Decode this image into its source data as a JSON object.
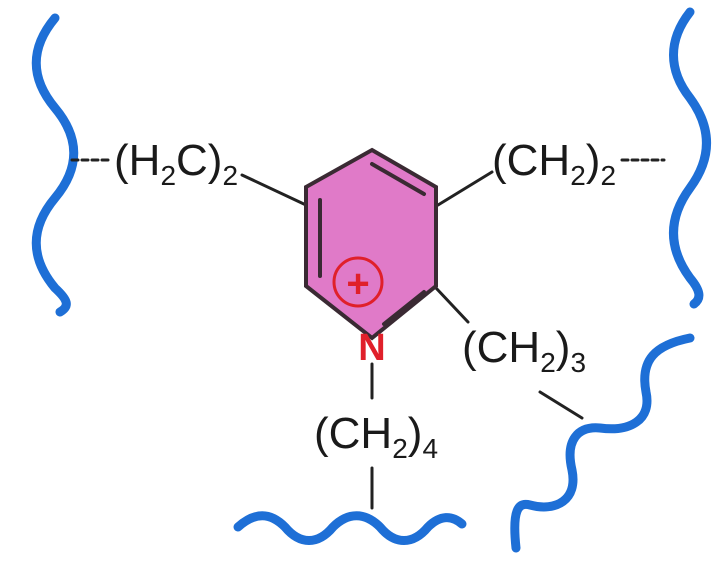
{
  "colors": {
    "backbone": "#1e6fd6",
    "ring_fill": "#e07ac8",
    "charge": "#e0202a",
    "nitrogen": "#e0202a"
  },
  "labels": {
    "left_chain": {
      "main": "(H",
      "sub1": "2",
      "mid": "C)",
      "sub2": "2"
    },
    "right_chain": {
      "main": "(CH",
      "sub1": "2",
      "mid": ")",
      "sub2": "2"
    },
    "side_chain_3": {
      "main": "(CH",
      "sub1": "2",
      "mid": ")",
      "sub2": "3"
    },
    "side_chain_4": {
      "main": "(CH",
      "sub1": "2",
      "mid": ")",
      "sub2": "4"
    },
    "nitrogen": "N",
    "charge": "+"
  }
}
